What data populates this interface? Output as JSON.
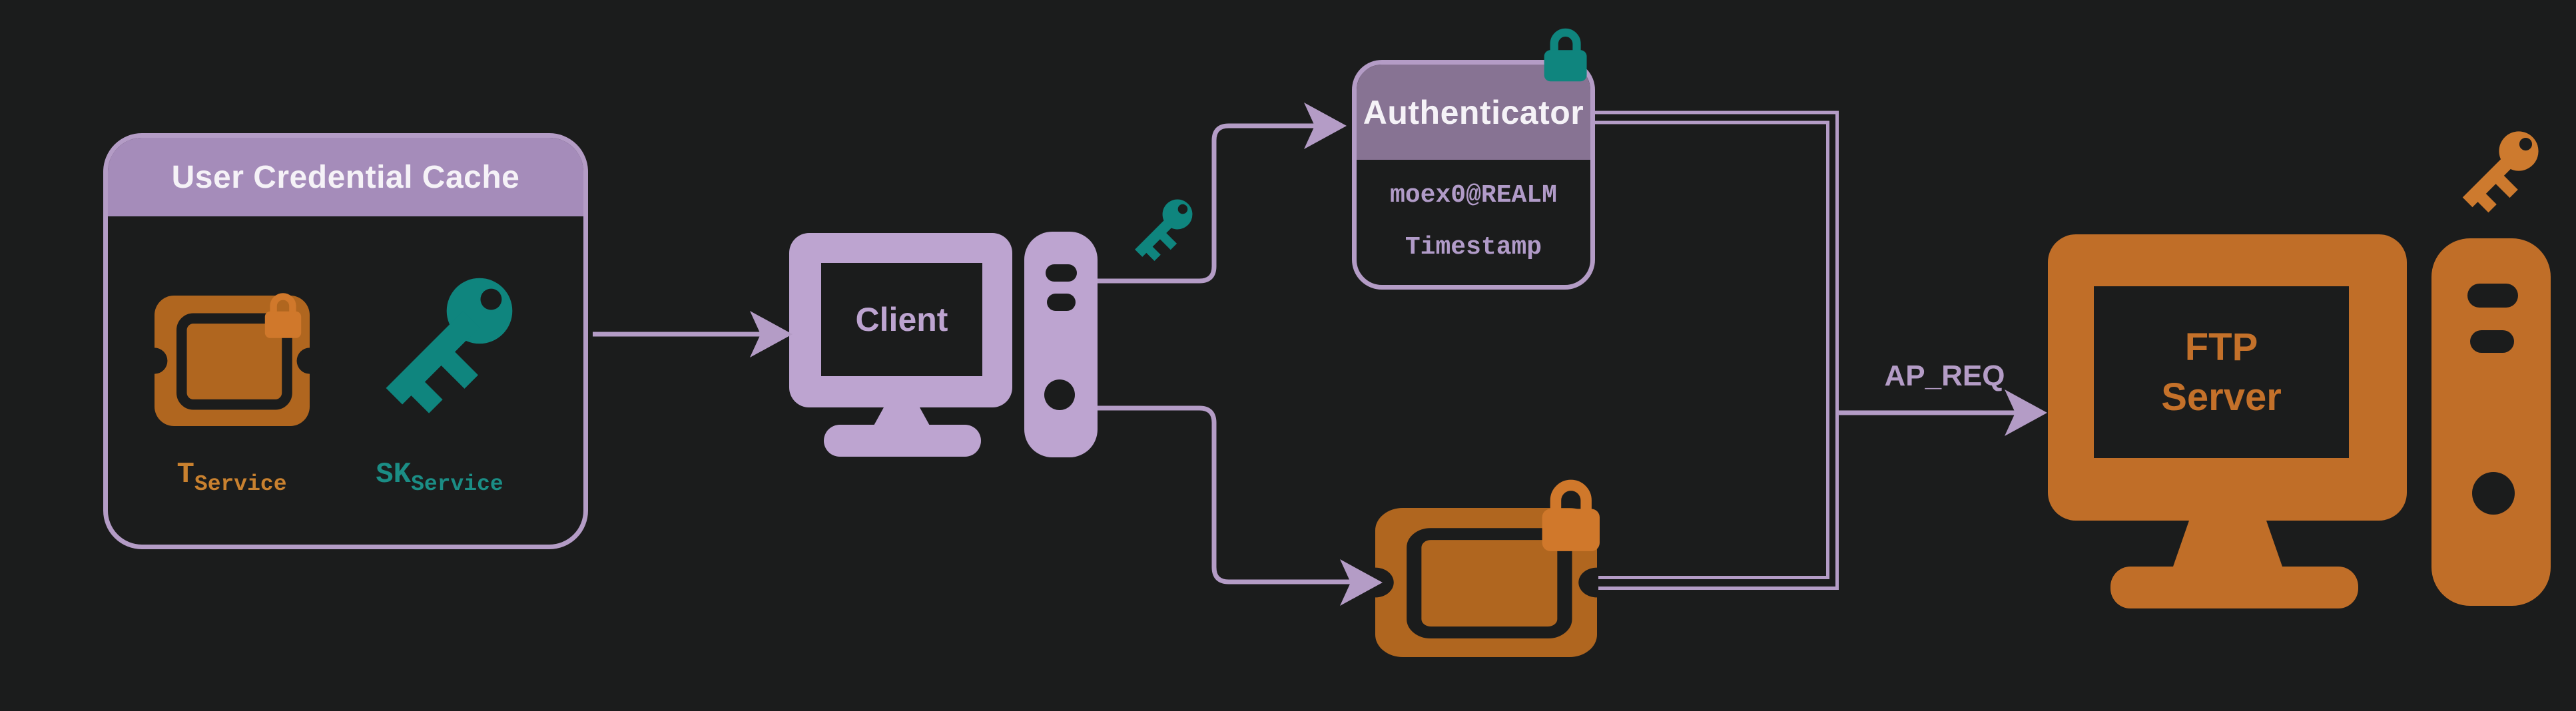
{
  "colors": {
    "background": "#1b1c1c",
    "purple_line": "#b49cc6",
    "purple_icon": "#bda4d0",
    "ucc_header": "#a58cba",
    "authenticator_header": "#877393",
    "teal": "#0f857e",
    "orange_ticket": "#b0661f",
    "orange_server": "#c06e28",
    "orange_lock_key": "#d0782b",
    "title_text": "#f5f2f7",
    "mono_purple_text": "#b19bc8",
    "label_orange_text": "#c9812f",
    "label_teal_text": "#1b8d85"
  },
  "ucc": {
    "title": "User Credential Cache",
    "ticket_label": {
      "main": "T",
      "sub": "Service"
    },
    "key_label": {
      "main": "SK",
      "sub": "Service"
    }
  },
  "client": {
    "label": "Client"
  },
  "authenticator": {
    "title": "Authenticator",
    "principal": "moex0@REALM",
    "timestamp": "Timestamp"
  },
  "flow": {
    "ap_req_label": "AP_REQ"
  },
  "ftp_server": {
    "label_line1": "FTP",
    "label_line2": "Server"
  }
}
